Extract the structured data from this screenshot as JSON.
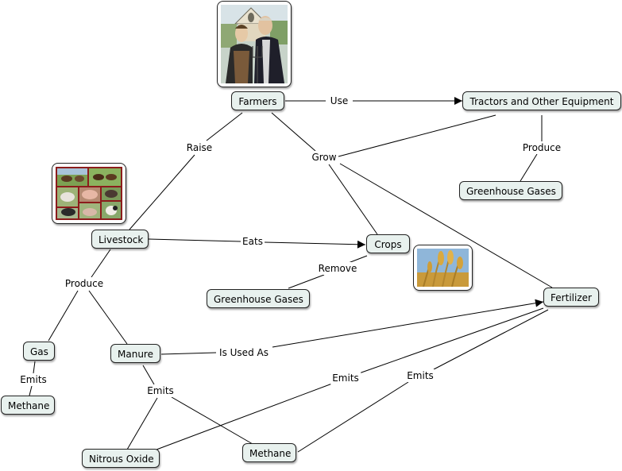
{
  "nodes": {
    "farmers": "Farmers",
    "tractors": "Tractors and Other Equipment",
    "ghg_top": "Greenhouse Gases",
    "livestock": "Livestock",
    "crops": "Crops",
    "ghg_mid": "Greenhouse Gases",
    "fertilizer": "Fertilizer",
    "gas": "Gas",
    "manure": "Manure",
    "methane_left": "Methane",
    "nitrous_oxide": "Nitrous Oxide",
    "methane_bottom": "Methane"
  },
  "links": {
    "use": "Use",
    "raise": "Raise",
    "grow": "Grow",
    "produce_top": "Produce",
    "eats": "Eats",
    "remove": "Remove",
    "produce_left": "Produce",
    "emits_gas": "Emits",
    "is_used_as": "Is Used As",
    "emits_manure": "Emits",
    "emits_fert_1": "Emits",
    "emits_fert_2": "Emits"
  },
  "images": {
    "farmers": "painting of a farmer couple holding a pitchfork",
    "livestock": "collage of horses, cattle, pigs and sheep",
    "crops": "wheat field with ears of grain"
  },
  "colors": {
    "node_fill": "#e8f1ee",
    "node_border": "#222222",
    "link": "#000000"
  }
}
